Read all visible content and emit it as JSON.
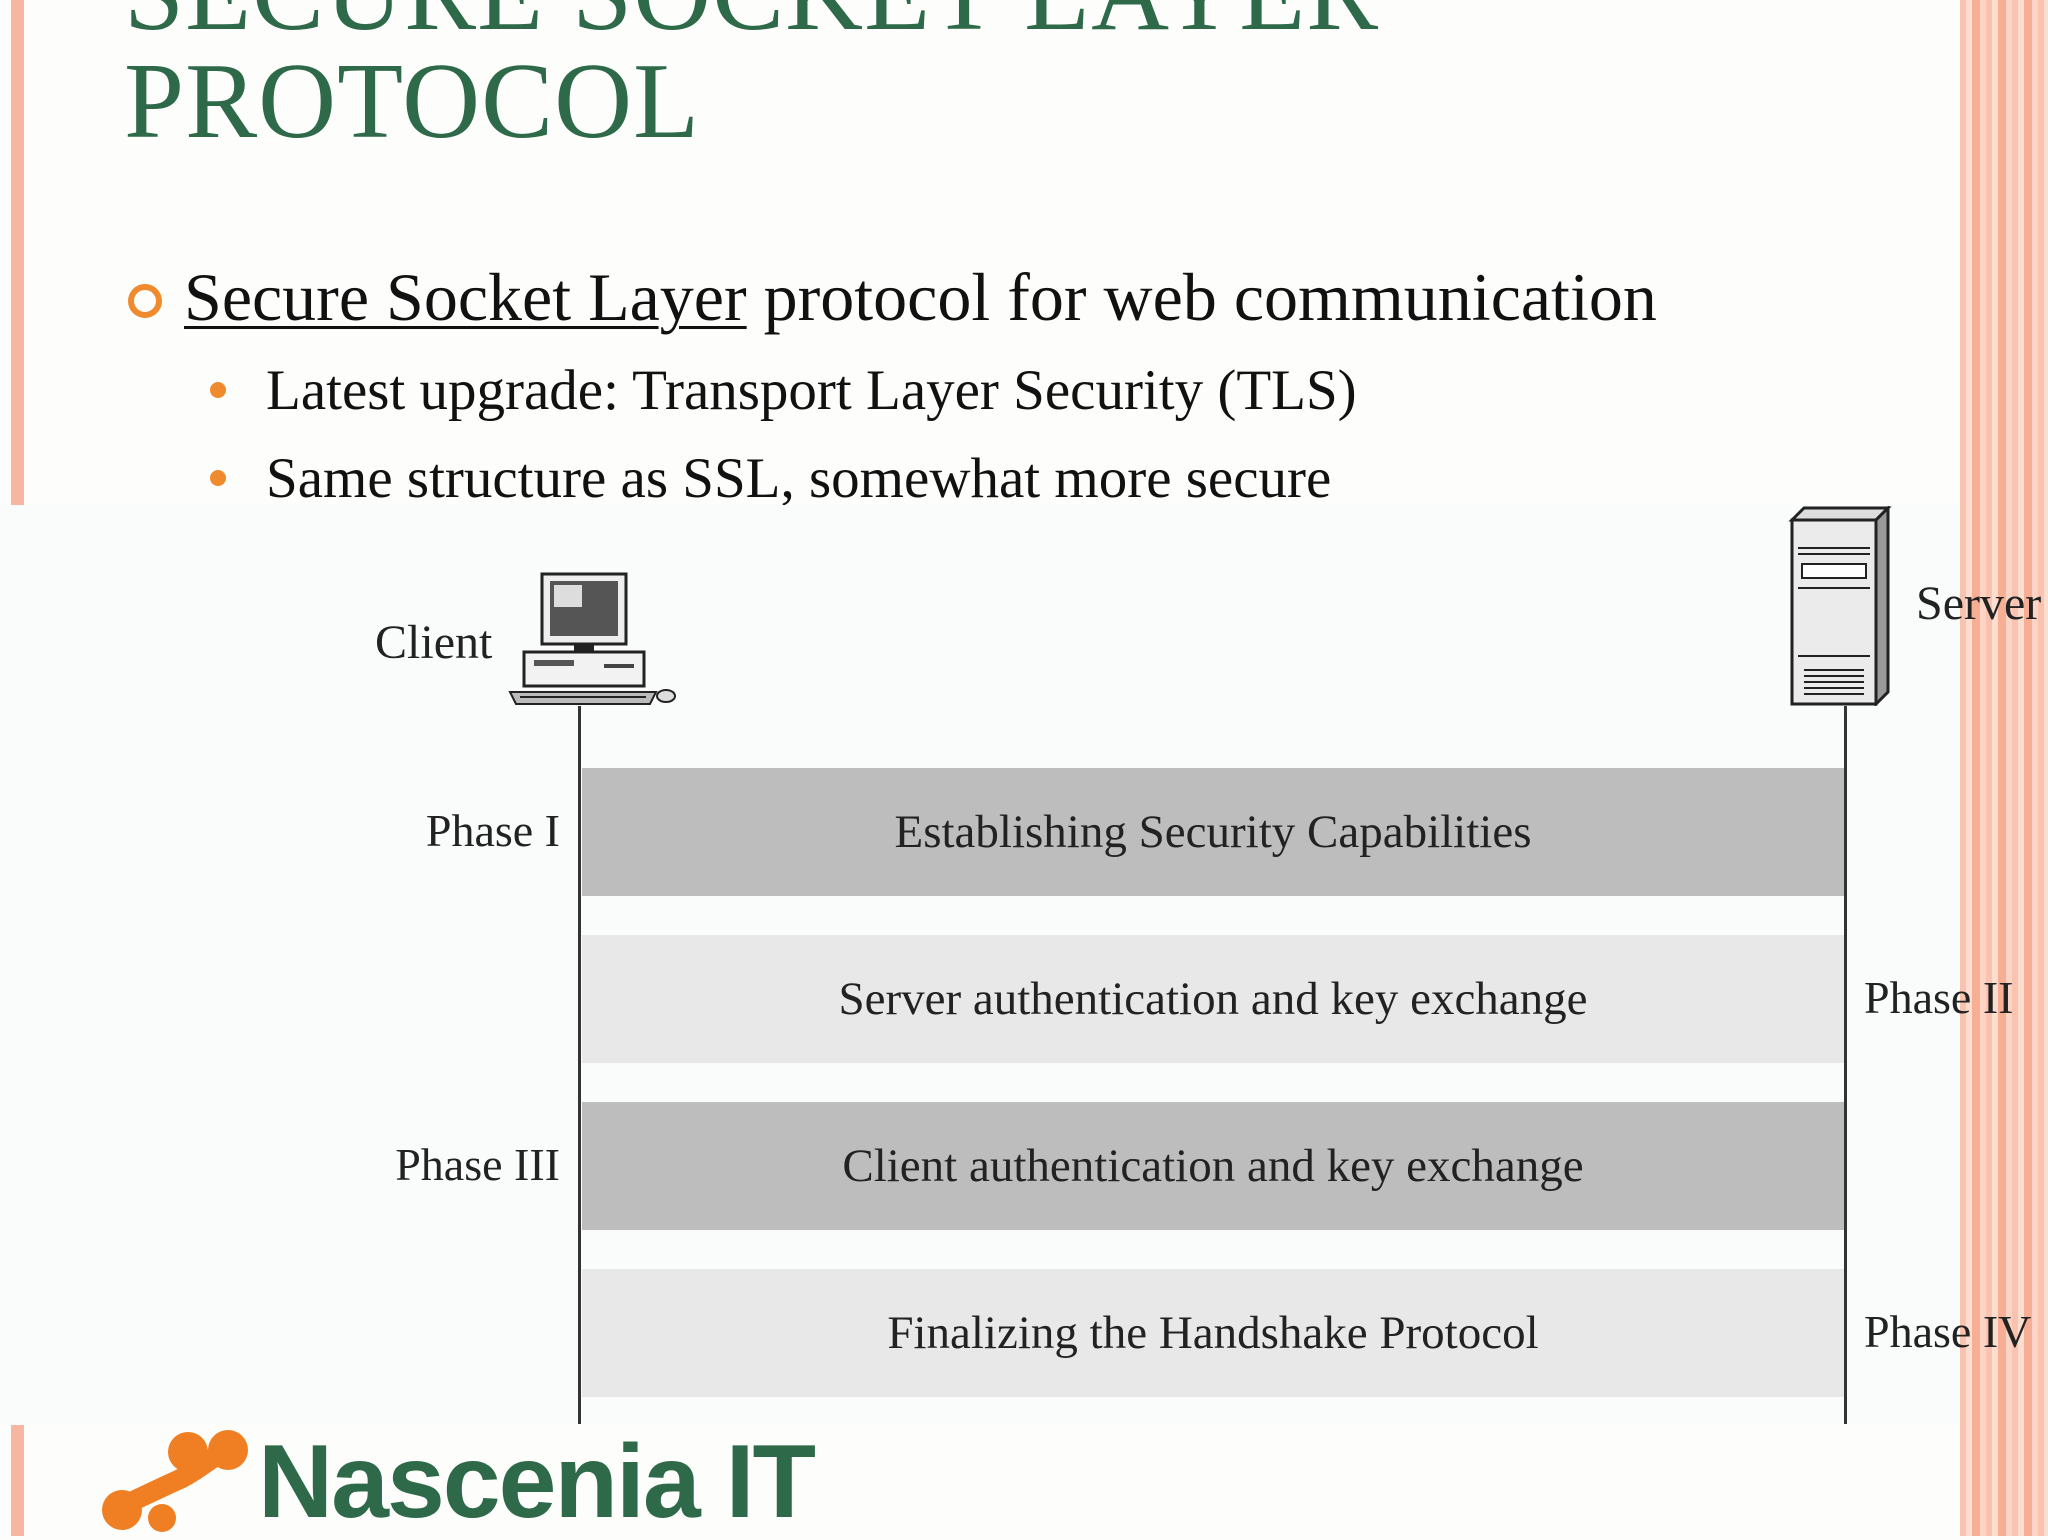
{
  "slide": {
    "title_line1": "SECURE SOCKET LAYER",
    "title_line2": "PROTOCOL",
    "bullet": {
      "underlined": "Secure Socket Layer",
      "rest": " protocol for web communication"
    },
    "sub_bullets": [
      "Latest upgrade: Transport Layer Security (TLS)",
      "Same structure as SSL, somewhat more secure"
    ]
  },
  "diagram": {
    "client_label": "Client",
    "server_label": "Server",
    "phases": [
      {
        "phase": "Phase I",
        "text": "Establishing Security Capabilities",
        "side": "left",
        "shade": "dark"
      },
      {
        "phase": "Phase II",
        "text": "Server authentication and key exchange",
        "side": "right",
        "shade": "light"
      },
      {
        "phase": "Phase III",
        "text": "Client authentication and key exchange",
        "side": "left",
        "shade": "dark"
      },
      {
        "phase": "Phase IV",
        "text": "Finalizing the Handshake Protocol",
        "side": "right",
        "shade": "light"
      }
    ]
  },
  "logo": {
    "text": "Nascenia IT"
  },
  "colors": {
    "title": "#2e6a49",
    "bullet": "#ef8a2f",
    "accent_bar": "#f7b6a1",
    "dark_band": "#bdbdbd",
    "light_band": "#e8e8e8"
  }
}
